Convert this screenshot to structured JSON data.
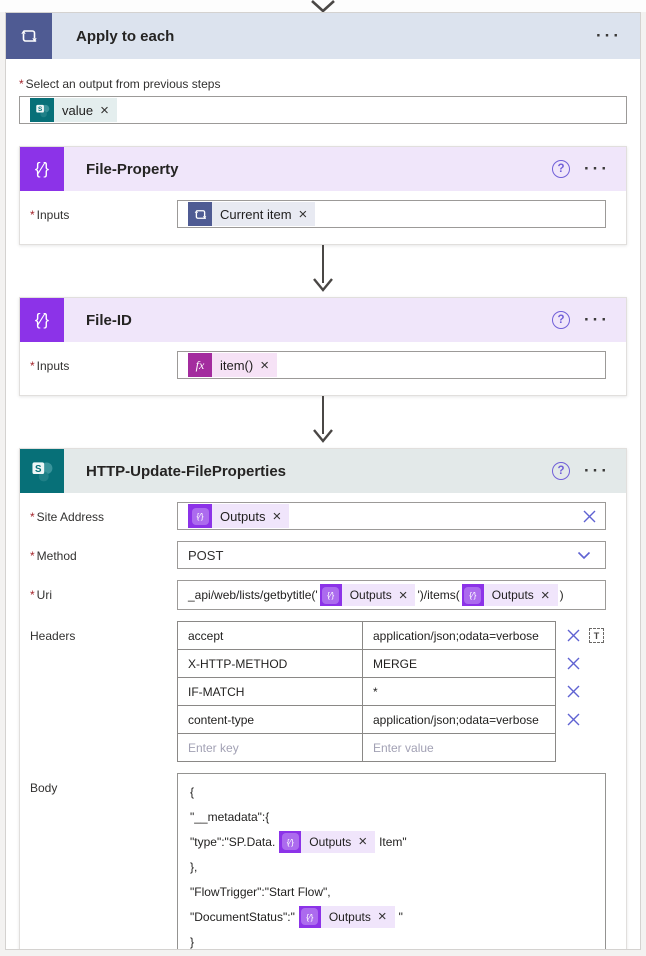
{
  "ui": {
    "required_marker": "*",
    "more_menu": "···",
    "help_glyph": "?",
    "remove_glyph": "×",
    "fx_glyph": "fx",
    "compose_glyph": "{∕}",
    "text_mode_glyph": "T",
    "colors": {
      "loop_blue": "#4f5b93",
      "compose_purple": "#8c33e8",
      "expression_magenta": "#a32c9e",
      "sharepoint_teal": "#077078",
      "accent_violet": "#5f62d2"
    }
  },
  "apply_to_each": {
    "title": "Apply to each",
    "select_output_label": "Select an output from previous steps",
    "value_token_label": "value"
  },
  "file_property": {
    "title": "File-Property",
    "inputs_label": "Inputs",
    "current_item_token_label": "Current item"
  },
  "file_id": {
    "title": "File-ID",
    "inputs_label": "Inputs",
    "expression_token_label": "item()"
  },
  "http_update": {
    "title": "HTTP-Update-FileProperties",
    "site_address": {
      "label": "Site Address",
      "token_label": "Outputs"
    },
    "method": {
      "label": "Method",
      "value": "POST"
    },
    "uri": {
      "label": "Uri",
      "text_before": "_api/web/lists/getbytitle('",
      "token1_label": "Outputs",
      "text_middle": "')/items(",
      "token2_label": "Outputs",
      "text_after": ")"
    },
    "headers": {
      "label": "Headers",
      "rows": [
        {
          "key": "accept",
          "value": "application/json;odata=verbose"
        },
        {
          "key": "X-HTTP-METHOD",
          "value": "MERGE"
        },
        {
          "key": "IF-MATCH",
          "value": "*"
        },
        {
          "key": "content-type",
          "value": "application/json;odata=verbose"
        }
      ],
      "key_placeholder": "Enter key",
      "value_placeholder": "Enter value"
    },
    "body": {
      "label": "Body",
      "line_open": "{",
      "line_metadata": "\"__metadata\":{",
      "line_type_before": "\"type\":\"SP.Data.",
      "line_type_token_label": "Outputs",
      "line_type_after": "Item\"",
      "line_close_metadata": "},",
      "line_flowtrigger": "\"FlowTrigger\":\"Start Flow\",",
      "line_docstatus_before": "\"DocumentStatus\":\"",
      "line_docstatus_token_label": "Outputs",
      "line_docstatus_after": "\"",
      "line_close": "}"
    }
  }
}
